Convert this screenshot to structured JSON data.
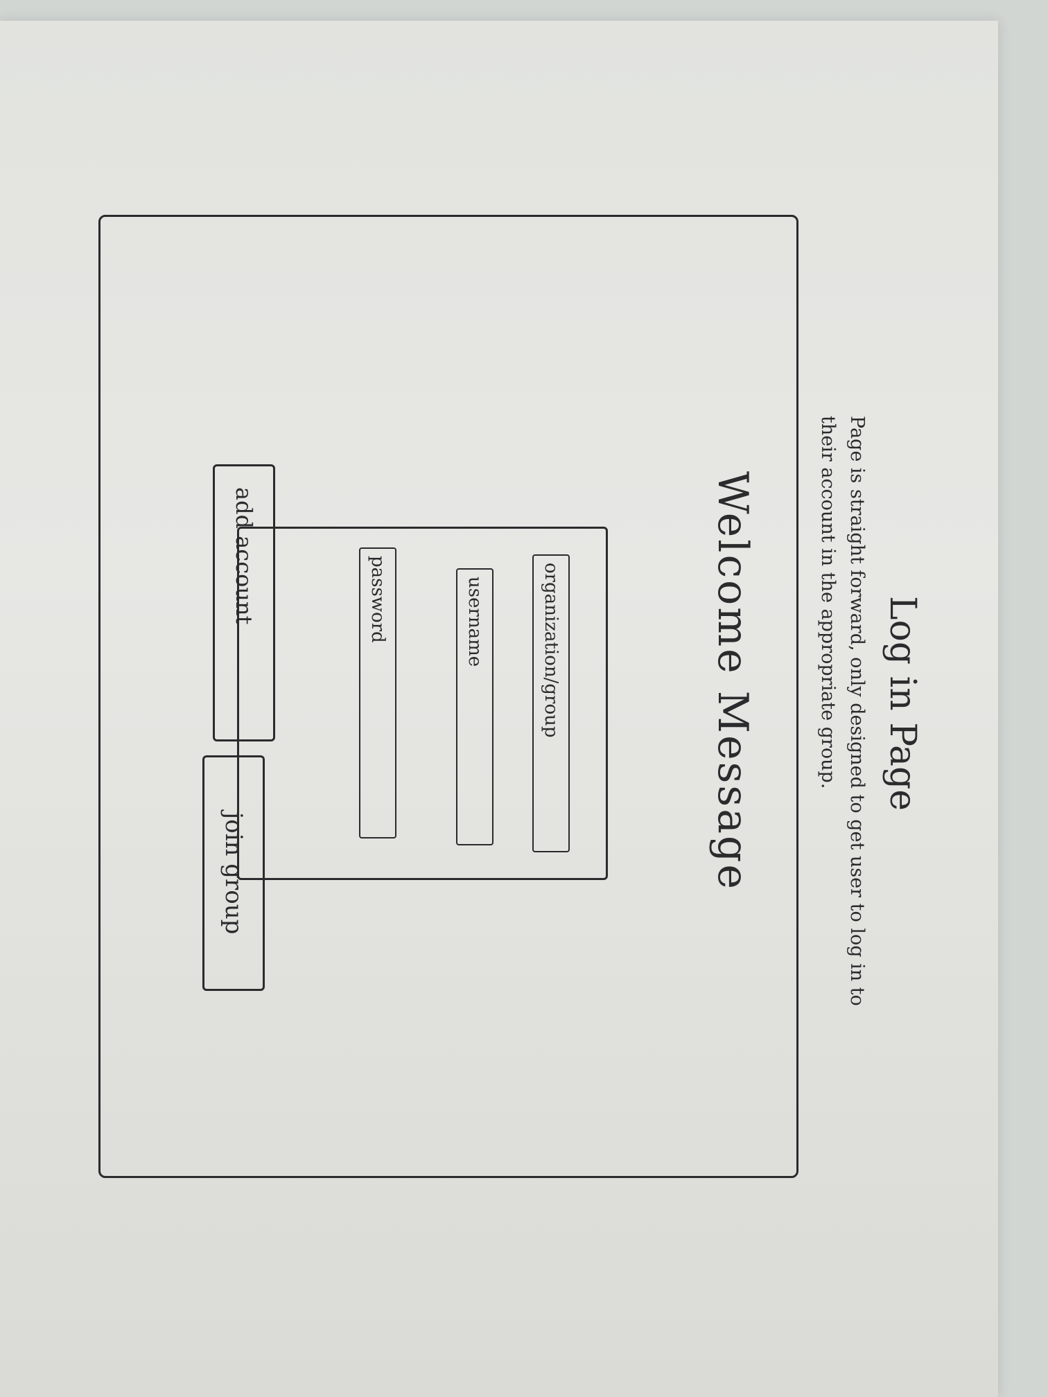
{
  "page": {
    "title": "Log in Page",
    "note": "Page is straight forward, only designed to get user to log in to their account in the appropriate group.",
    "welcome": "Welcome Message"
  },
  "form": {
    "organization_group": "organization/group",
    "username": "username",
    "password": "password"
  },
  "actions": {
    "add_account": "add account",
    "join_group": "join group"
  },
  "colors": {
    "ink": "#2b2a2c",
    "paper": "#e5e5e2",
    "background": "#d2d6d3"
  }
}
